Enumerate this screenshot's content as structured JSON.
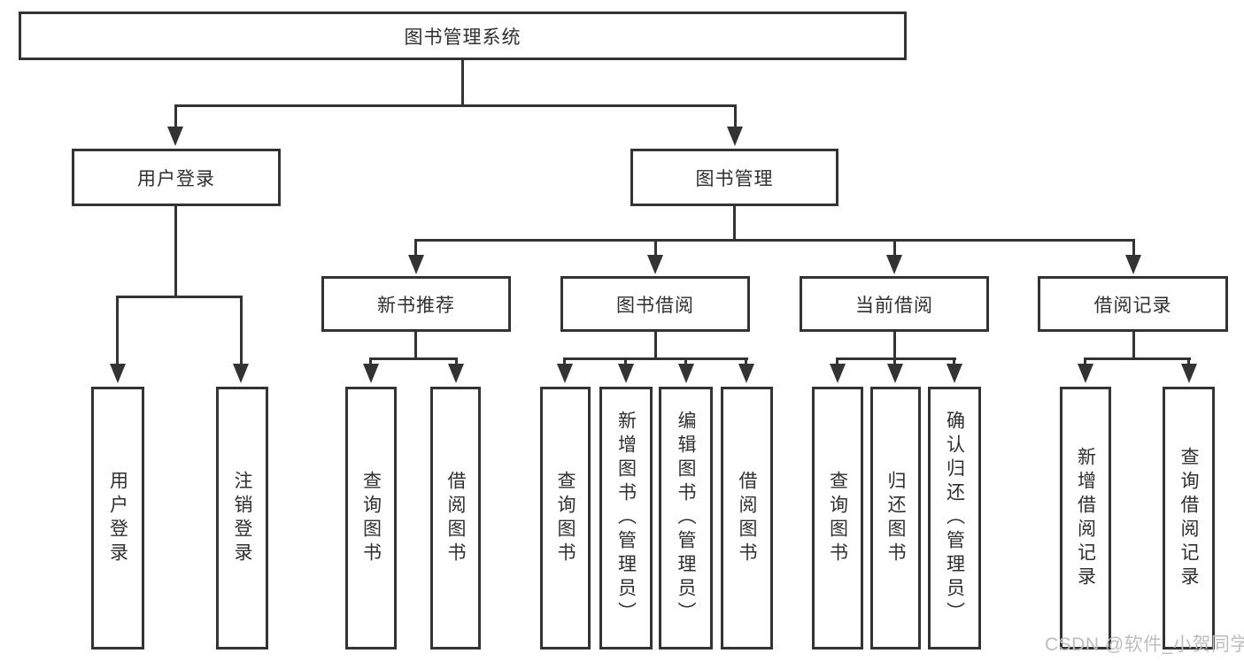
{
  "colors": {
    "line": "#333333",
    "text": "#2f2f2f",
    "box-bg": "#ffffff",
    "watermark": "#bdbdbd",
    "background": "#ffffff"
  },
  "watermark": "CSDN @软件_小贺同学",
  "tree": {
    "label": "图书管理系统",
    "children": [
      {
        "label": "用户登录",
        "children": [
          {
            "label": "用户登录"
          },
          {
            "label": "注销登录"
          }
        ]
      },
      {
        "label": "图书管理",
        "children": [
          {
            "label": "新书推荐",
            "children": [
              {
                "label": "查询图书"
              },
              {
                "label": "借阅图书"
              }
            ]
          },
          {
            "label": "图书借阅",
            "children": [
              {
                "label": "查询图书"
              },
              {
                "label": "新增图书（管理员）"
              },
              {
                "label": "编辑图书（管理员）"
              },
              {
                "label": "借阅图书"
              }
            ]
          },
          {
            "label": "当前借阅",
            "children": [
              {
                "label": "查询图书"
              },
              {
                "label": "归还图书"
              },
              {
                "label": "确认归还（管理员）"
              }
            ]
          },
          {
            "label": "借阅记录",
            "children": [
              {
                "label": "新增借阅记录"
              },
              {
                "label": "查询借阅记录"
              }
            ]
          }
        ]
      }
    ]
  }
}
